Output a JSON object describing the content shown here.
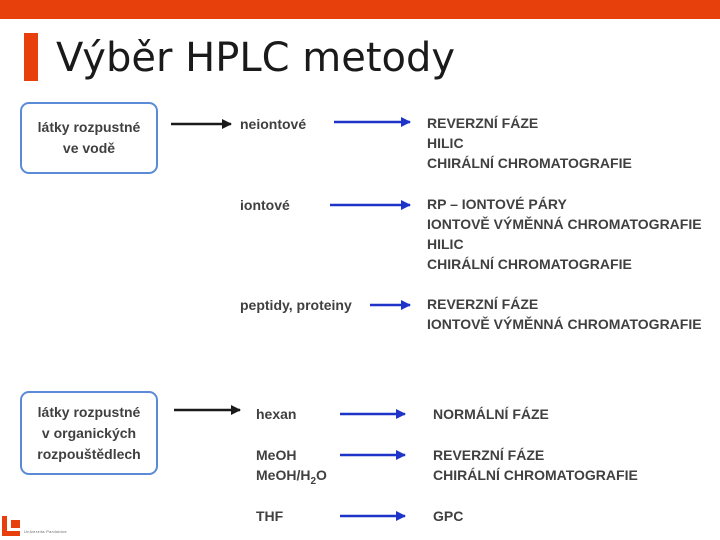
{
  "title": "Výběr HPLC metody",
  "groups": [
    {
      "box_lines": [
        "látky rozpustné",
        "ve vodě"
      ],
      "rows": [
        {
          "label": "neiontové",
          "results": [
            "REVERZNÍ FÁZE",
            "HILIC",
            "CHIRÁLNÍ CHROMATOGRAFIE"
          ]
        },
        {
          "label": "iontové",
          "results": [
            "RP – IONTOVÉ PÁRY",
            "IONTOVĚ VÝMĚNNÁ CHROMATOGRAFIE",
            "HILIC",
            "CHIRÁLNÍ CHROMATOGRAFIE"
          ]
        },
        {
          "label": "peptidy, proteiny",
          "results": [
            "REVERZNÍ FÁZE",
            "IONTOVĚ VÝMĚNNÁ CHROMATOGRAFIE"
          ]
        }
      ]
    },
    {
      "box_lines": [
        "látky rozpustné",
        "v organických",
        "rozpouštědlech"
      ],
      "rows": [
        {
          "label": "hexan",
          "results": [
            "NORMÁLNÍ FÁZE"
          ]
        },
        {
          "label": "MeOH",
          "label2_pre": "MeOH/H",
          "label2_sub": "2",
          "label2_post": "O",
          "results": [
            "REVERZNÍ FÁZE",
            "CHIRÁLNÍ CHROMATOGRAFIE"
          ]
        },
        {
          "label": "THF",
          "results": [
            "GPC"
          ]
        }
      ]
    }
  ],
  "footer": "Univerzita Pardubice",
  "colors": {
    "accent": "#e8400c",
    "arrow_black": "#1a1a1a",
    "arrow_blue": "#1e33c8",
    "box_border": "#5b8bd6"
  }
}
